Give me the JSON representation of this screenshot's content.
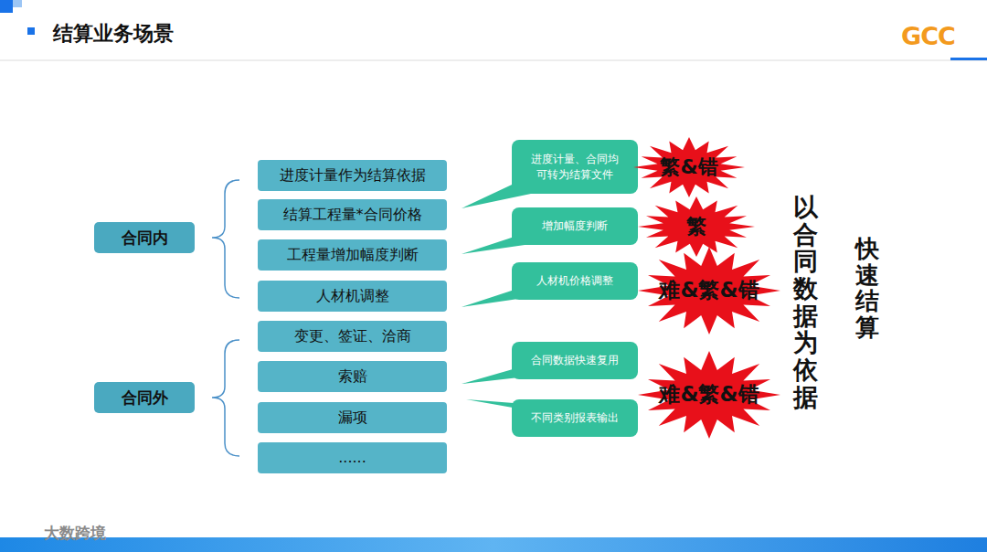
{
  "diagram": {
    "title": "结算业务场景",
    "nodes": [
      {
        "text": [
          "合同内"
        ]
      },
      {
        "text": [
          "合同外"
        ]
      },
      {
        "text": [
          "进度计量作为结算依据"
        ]
      },
      {
        "text": [
          "结算工程量*合同价格"
        ]
      },
      {
        "text": [
          "工程量增加幅度判断"
        ]
      },
      {
        "text": [
          "人材机调整"
        ]
      },
      {
        "text": [
          "变更、签证、洽商"
        ]
      },
      {
        "text": [
          "索赔"
        ]
      },
      {
        "text": [
          "漏项"
        ]
      },
      {
        "text": [
          "......"
        ]
      },
      {
        "text": [
          "进度计量、合同均 可转为结算文件"
        ]
      },
      {
        "text": [
          "增加幅度判断"
        ]
      },
      {
        "text": [
          "人材机价格调整"
        ]
      },
      {
        "text": [
          "合同数据快速复用"
        ]
      },
      {
        "text": [
          "不同类别报表输出"
        ]
      },
      {
        "text": [
          "繁&错"
        ]
      },
      {
        "text": [
          "繁"
        ]
      },
      {
        "text": [
          "难&繁&错"
        ]
      },
      {
        "text": [
          "难&繁&错"
        ]
      }
    ],
    "labels": [
      "GCC",
      "以合同数据为依据",
      "快速结算",
      "大数跨境"
    ]
  }
}
